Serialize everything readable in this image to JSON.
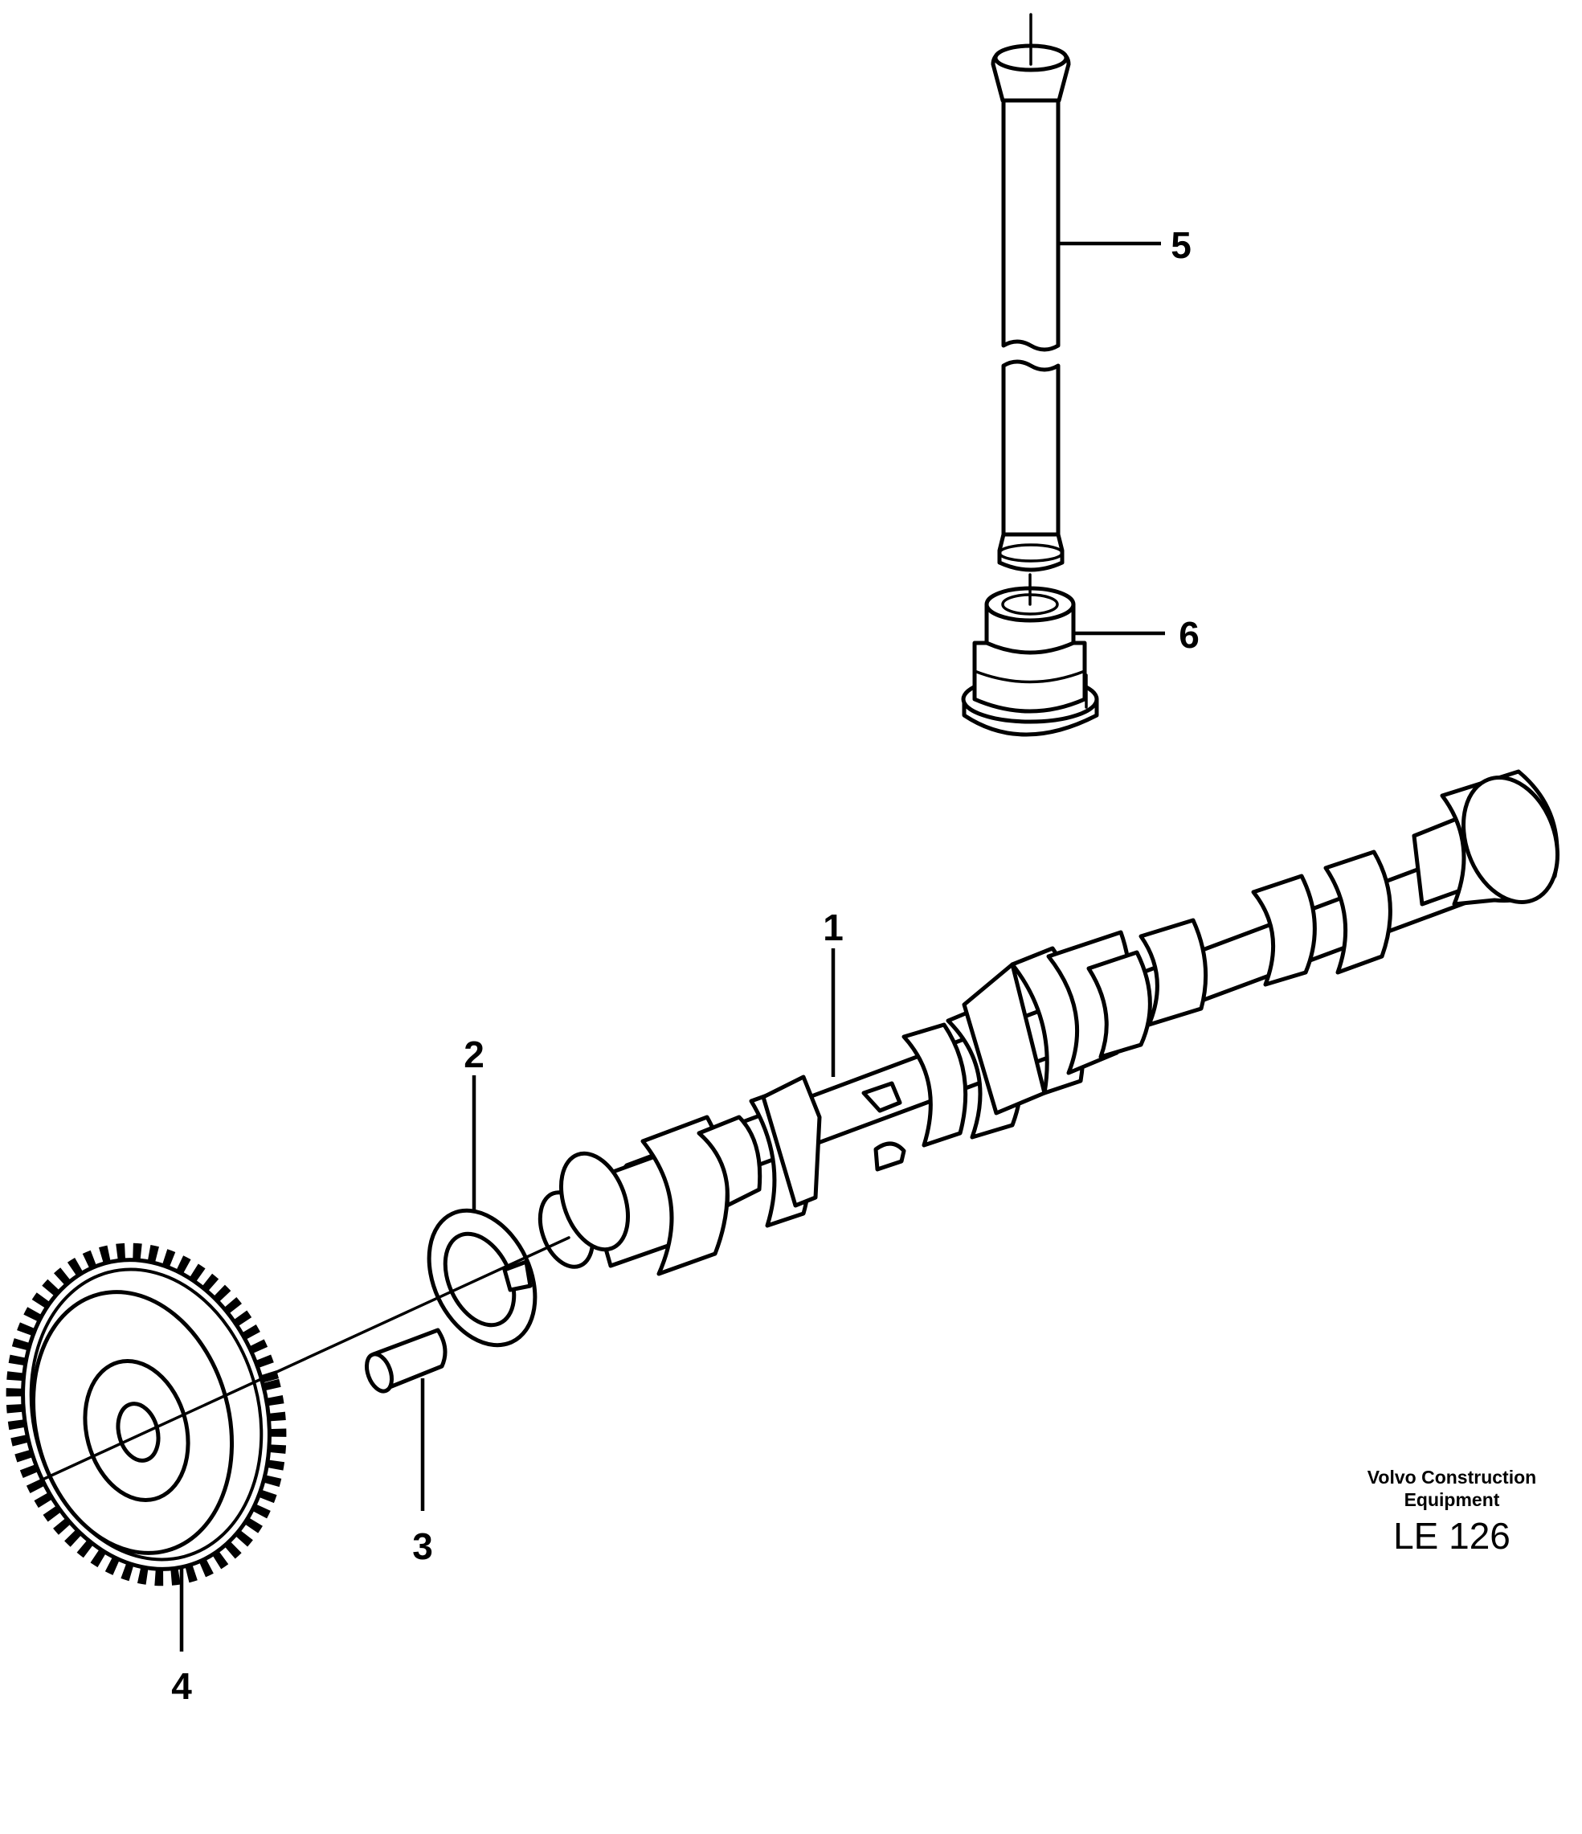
{
  "diagram": {
    "callouts": [
      {
        "id": "1",
        "part": "camshaft"
      },
      {
        "id": "2",
        "part": "thrust-washer"
      },
      {
        "id": "3",
        "part": "pin"
      },
      {
        "id": "4",
        "part": "camshaft-gear"
      },
      {
        "id": "5",
        "part": "push-rod"
      },
      {
        "id": "6",
        "part": "valve-tappet"
      }
    ],
    "brand_line1": "Volvo Construction",
    "brand_line2": "Equipment",
    "reference": "LE 126"
  },
  "colors": {
    "ink": "#000000",
    "paper": "#ffffff"
  }
}
